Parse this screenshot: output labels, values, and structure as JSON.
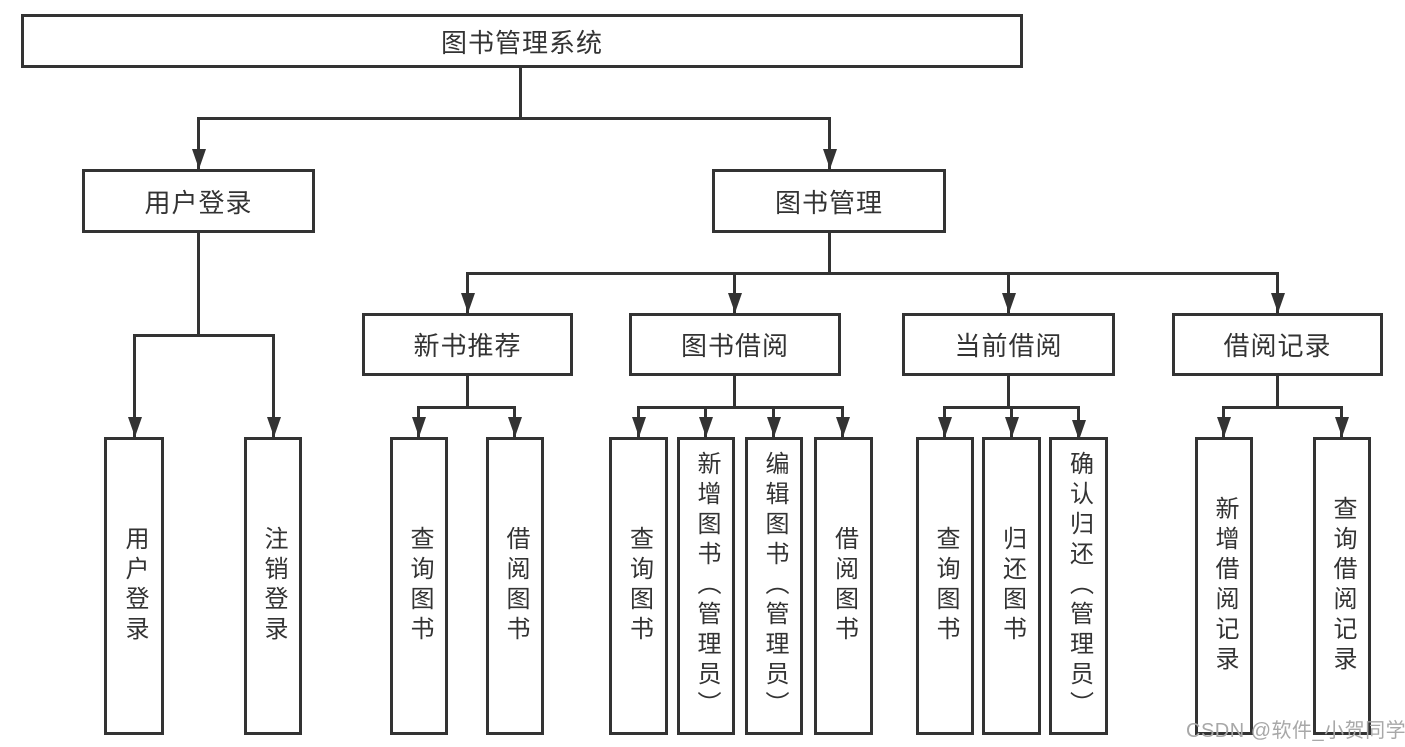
{
  "colors": {
    "line": "#333333",
    "text": "#333333",
    "background": "#ffffff",
    "watermark": "#a8a8a8"
  },
  "watermark": {
    "text": "CSDN @软件_小贺同学"
  },
  "tree": {
    "root": {
      "label": "图书管理系统"
    },
    "branches": [
      {
        "label": "用户登录",
        "children": [
          {
            "label": "用户登录"
          },
          {
            "label": "注销登录"
          }
        ]
      },
      {
        "label": "图书管理",
        "children": [
          {
            "label": "新书推荐",
            "children": [
              {
                "label": "查询图书"
              },
              {
                "label": "借阅图书"
              }
            ]
          },
          {
            "label": "图书借阅",
            "children": [
              {
                "label": "查询图书"
              },
              {
                "label": "新增图书（管理员）"
              },
              {
                "label": "编辑图书（管理员）"
              },
              {
                "label": "借阅图书"
              }
            ]
          },
          {
            "label": "当前借阅",
            "children": [
              {
                "label": "查询图书"
              },
              {
                "label": "归还图书"
              },
              {
                "label": "确认归还（管理员）"
              }
            ]
          },
          {
            "label": "借阅记录",
            "children": [
              {
                "label": "新增借阅记录"
              },
              {
                "label": "查询借阅记录"
              }
            ]
          }
        ]
      }
    ]
  }
}
